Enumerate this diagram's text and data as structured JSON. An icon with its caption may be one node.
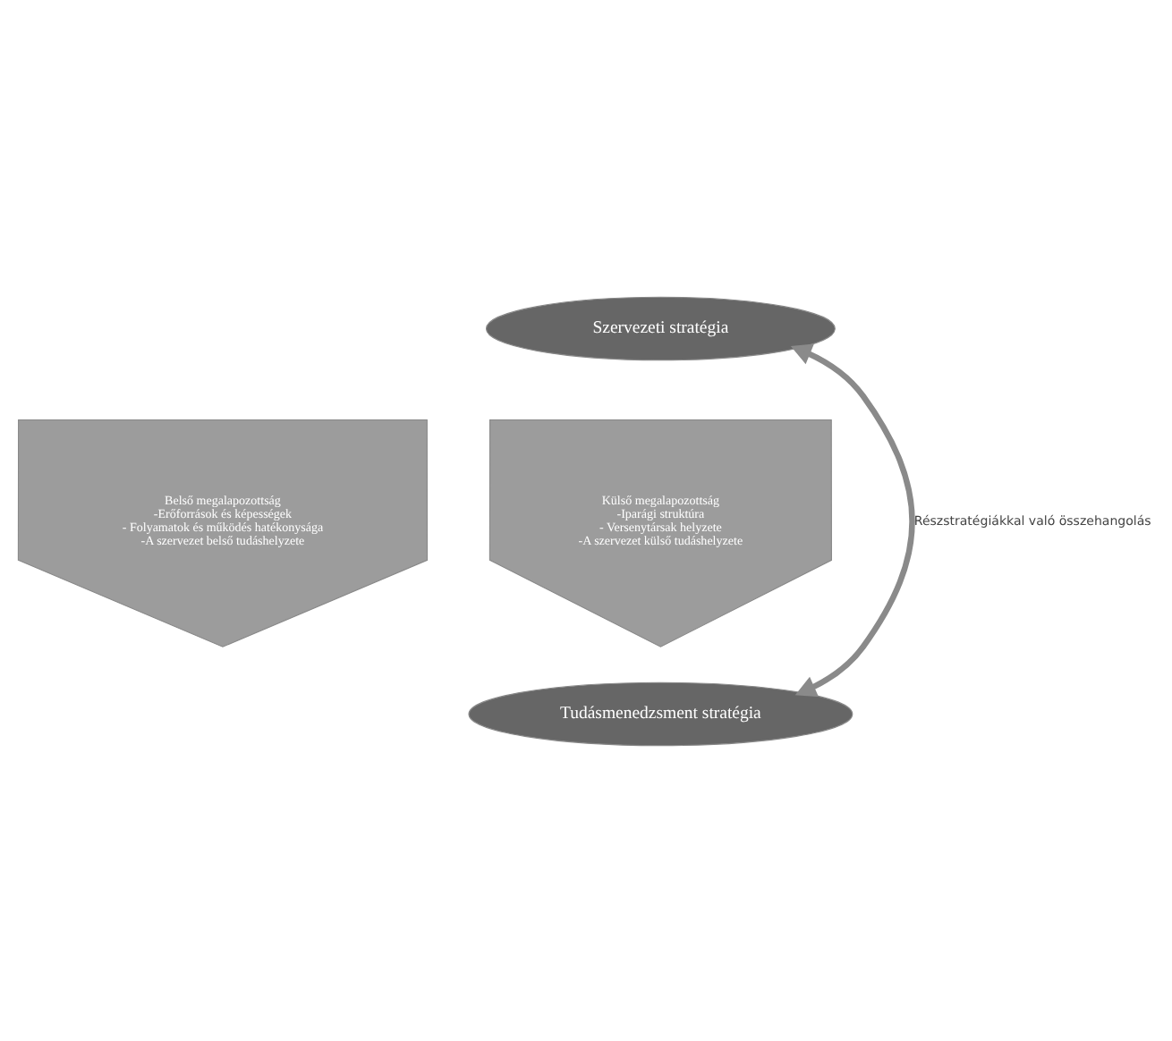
{
  "diagram": {
    "nodes": [
      {
        "text": [
          "Szervezeti stratégia"
        ]
      },
      {
        "text": [
          "Belső megalapozottság",
          "-Erőforrások és képességek",
          "- Folyamatok és működés hatékonysága",
          "-A szervezet belső tudáshelyzete"
        ]
      },
      {
        "text": [
          "Külső megalapozottság",
          "-Iparági struktúra",
          "- Versenytársak helyzete",
          "-A szervezet külső tudáshelyzete"
        ]
      },
      {
        "text": [
          "Tudásmenedzsment stratégia"
        ]
      }
    ],
    "edges": [
      {
        "from": 0,
        "to": 3,
        "label": "Részstratégiákkal való összehangolás",
        "arrow": "both"
      }
    ]
  }
}
